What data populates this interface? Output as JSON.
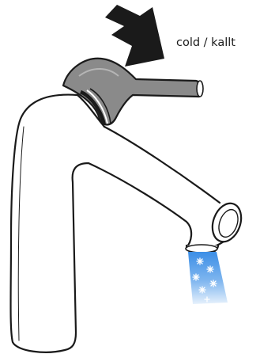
{
  "caption": {
    "text": "cold / kallt"
  },
  "colors": {
    "outline": "#1a1a1a",
    "lever_fill": "#8a8a8a",
    "lever_highlight": "#b5b5b5",
    "arrow_fill": "#1a1a1a",
    "water_top": "#3c8ee6",
    "water_bottom": "#e6f1fc",
    "sparkle": "#ffffff"
  },
  "icons": {
    "direction_arrow": "double-chevron-arrow",
    "faucet": "single-lever-mixer-faucet",
    "water": "water-stream-with-cold-sparkles"
  }
}
